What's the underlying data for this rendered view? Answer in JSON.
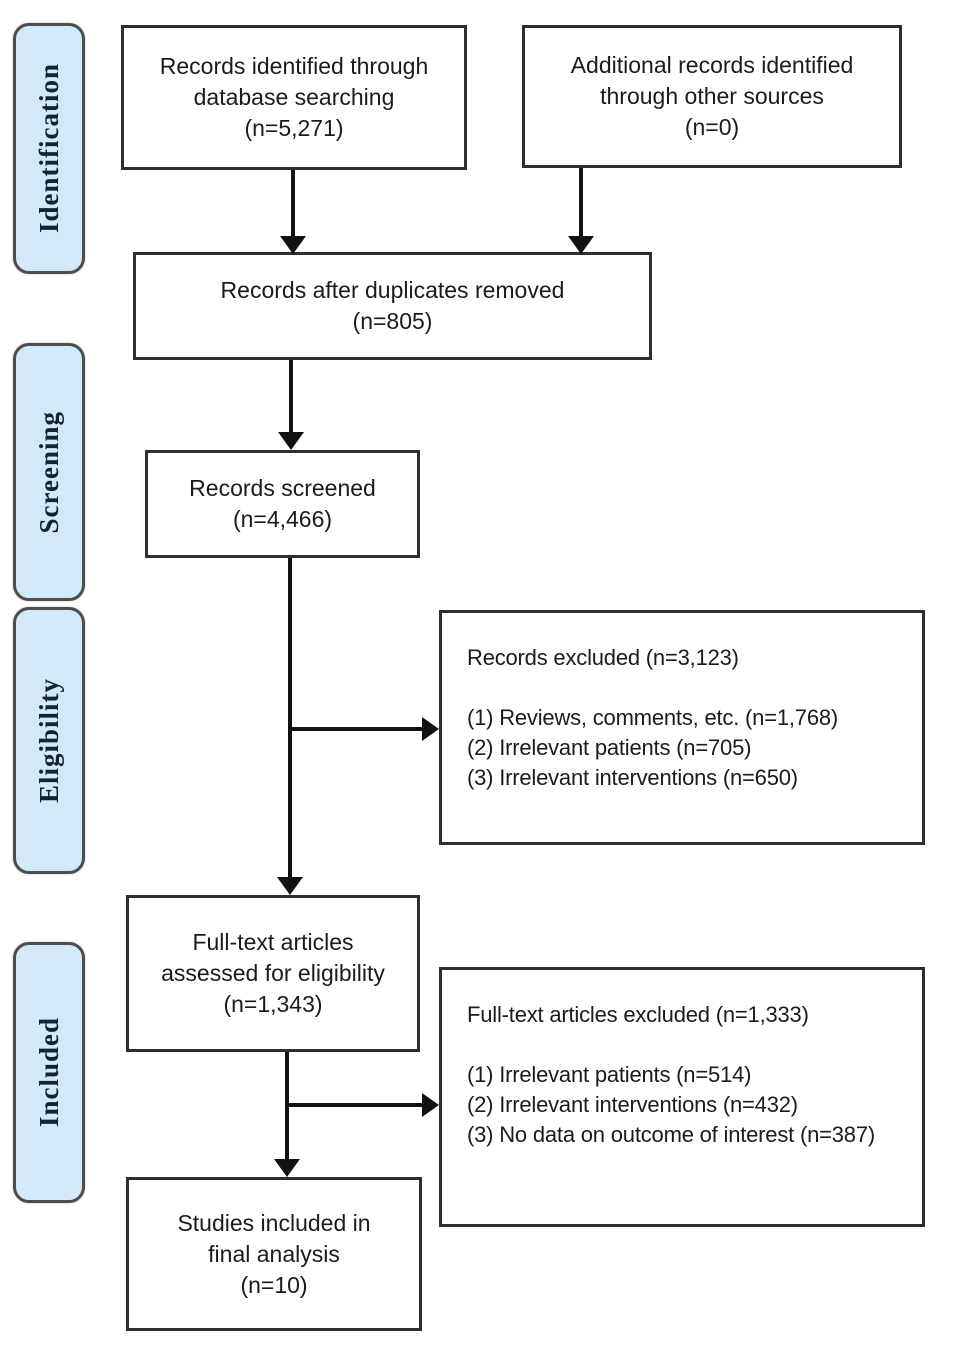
{
  "sidebar": {
    "identification": "Identification",
    "screening": "Screening",
    "eligibility": "Eligibility",
    "included": "Included"
  },
  "boxes": {
    "records_identified": {
      "line1": "Records identified through",
      "line2": "database searching",
      "line3": "(n=5,271)"
    },
    "additional_records": {
      "line1": "Additional records identified",
      "line2": "through other sources",
      "line3": "(n=0)"
    },
    "duplicates_removed": {
      "line1": "Records after duplicates removed",
      "line2": "(n=805)"
    },
    "records_screened": {
      "line1": "Records screened",
      "line2": "(n=4,466)"
    },
    "records_excluded": {
      "title": "Records excluded (n=3,123)",
      "item1": "(1) Reviews, comments, etc. (n=1,768)",
      "item2": "(2) Irrelevant patients (n=705)",
      "item3": "(3) Irrelevant interventions (n=650)"
    },
    "fulltext_assessed": {
      "line1": "Full-text articles",
      "line2": "assessed for eligibility",
      "line3": "(n=1,343)"
    },
    "fulltext_excluded": {
      "title": "Full-text articles excluded (n=1,333)",
      "item1": "(1) Irrelevant patients (n=514)",
      "item2": "(2) Irrelevant interventions (n=432)",
      "item3": "(3) No data on outcome of interest (n=387)"
    },
    "studies_included": {
      "line1": "Studies included in",
      "line2": "final analysis",
      "line3": "(n=10)"
    }
  },
  "colors": {
    "stage_fill": "#d2eaf8",
    "stage_border": "#4d4d4d",
    "stage_text": "#152430",
    "box_border": "#2e2e2e",
    "box_fill": "#ffffff",
    "arrow": "#121212",
    "background": "#ffffff"
  }
}
